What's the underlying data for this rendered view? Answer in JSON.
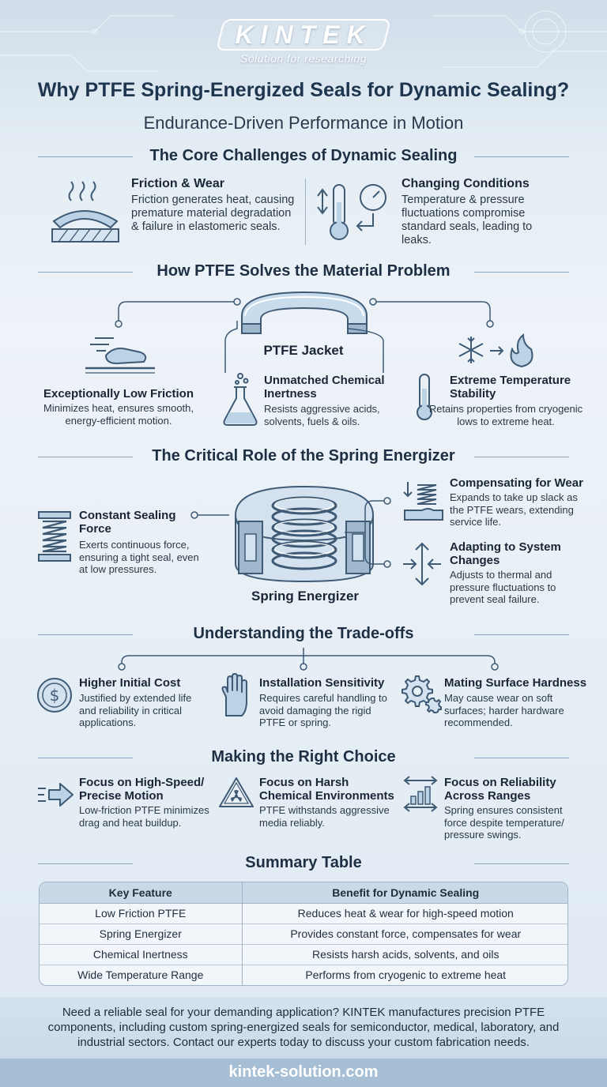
{
  "brand": {
    "logo": "KINTEK",
    "tagline": "Solution for researching"
  },
  "title": "Why PTFE Spring-Energized Seals for Dynamic Sealing?",
  "subtitle": "Endurance-Driven Performance in Motion",
  "challenges": {
    "heading": "The Core Challenges of Dynamic Sealing",
    "items": [
      {
        "title": "Friction & Wear",
        "text": "Friction generates heat, causing premature material degradation & failure in elastomeric seals.",
        "icon": "friction-heat-icon"
      },
      {
        "title": "Changing Conditions",
        "text": "Temperature & pressure fluctuations compromise standard seals, leading to leaks.",
        "icon": "thermometer-gauge-icon"
      }
    ]
  },
  "ptfe": {
    "heading": "How PTFE Solves the Material Problem",
    "jacket_label": "PTFE Jacket",
    "items": [
      {
        "title": "Exceptionally Low Friction",
        "text": "Minimizes heat, ensures smooth, energy-efficient motion.",
        "icon": "low-friction-icon"
      },
      {
        "title": "Unmatched Chemical Inertness",
        "text": "Resists aggressive acids, solvents, fuels & oils.",
        "icon": "flask-icon"
      },
      {
        "title": "Extreme Temperature Stability",
        "text": "Retains properties from cryogenic lows to extreme heat.",
        "icon": "snowflake-flame-icon"
      }
    ]
  },
  "spring": {
    "heading": "The Critical Role of the Spring Energizer",
    "energizer_label": "Spring Energizer",
    "items": [
      {
        "title": "Constant Sealing Force",
        "text": "Exerts continuous force, ensuring a tight seal, even at low pressures.",
        "icon": "spring-icon"
      },
      {
        "title": "Compensating for Wear",
        "text": "Expands to take up slack as the PTFE wears, extending service life.",
        "icon": "compensating-spring-icon"
      },
      {
        "title": "Adapting to System Changes",
        "text": "Adjusts to thermal and pressure fluctuations to prevent seal failure.",
        "icon": "arrows-adapt-icon"
      }
    ]
  },
  "tradeoffs": {
    "heading": "Understanding the Trade-offs",
    "items": [
      {
        "title": "Higher Initial Cost",
        "text": "Justified by extended life and reliability in critical applications.",
        "icon": "dollar-coin-icon"
      },
      {
        "title": "Installation Sensitivity",
        "text": "Requires careful handling to avoid damaging the rigid PTFE or spring.",
        "icon": "glove-icon"
      },
      {
        "title": "Mating Surface Hardness",
        "text": "May cause wear on soft surfaces; harder hardware recommended.",
        "icon": "gears-icon"
      }
    ]
  },
  "choice": {
    "heading": "Making the Right Choice",
    "items": [
      {
        "title": "Focus on High-Speed/ Precise Motion",
        "text": "Low-friction PTFE minimizes drag and heat buildup.",
        "icon": "speed-arrow-icon"
      },
      {
        "title": "Focus on Harsh Chemical Environments",
        "text": "PTFE withstands aggressive media reliably.",
        "icon": "hazard-icon"
      },
      {
        "title": "Focus on Reliability Across Ranges",
        "text": "Spring ensures consistent force despite temperature/ pressure swings.",
        "icon": "range-bars-icon"
      }
    ]
  },
  "summary": {
    "heading": "Summary Table",
    "columns": [
      "Key Feature",
      "Benefit for Dynamic Sealing"
    ],
    "rows": [
      [
        "Low Friction PTFE",
        "Reduces heat & wear for high-speed motion"
      ],
      [
        "Spring Energizer",
        "Provides constant force, compensates for wear"
      ],
      [
        "Chemical Inertness",
        "Resists harsh acids, solvents, and oils"
      ],
      [
        "Wide Temperature Range",
        "Performs from cryogenic to extreme heat"
      ]
    ]
  },
  "footer": {
    "text": "Need a reliable seal for your demanding application? KINTEK manufactures precision PTFE components, including custom spring-energized seals for semiconductor, medical, laboratory, and industrial sectors. Contact our experts today to discuss your custom fabrication needs.",
    "url": "kintek-solution.com"
  },
  "colors": {
    "accent": "#5a7f9f",
    "icon_fill": "#bcd3e6",
    "icon_stroke": "#3e5a75",
    "background": "#e8f0f6"
  }
}
